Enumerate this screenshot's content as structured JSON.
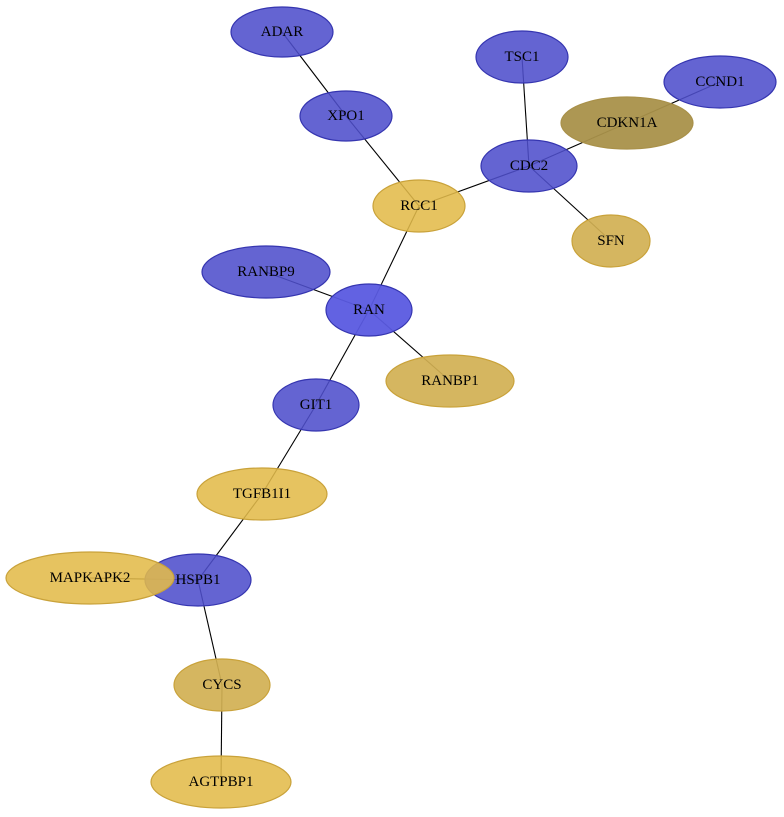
{
  "colors": {
    "blue_fill": "#4f4fcc",
    "blue_stroke": "#3535b0",
    "blue_bright": "#5a5ae0",
    "gold_fill": "#e2bb4a",
    "gold_stroke": "#c9a23a",
    "gold_dark": "#a9914a",
    "gold_mid": "#d1b052"
  },
  "nodes": [
    {
      "id": "ADAR",
      "label": "ADAR",
      "tone": "blue"
    },
    {
      "id": "XPO1",
      "label": "XPO1",
      "tone": "blue"
    },
    {
      "id": "TSC1",
      "label": "TSC1",
      "tone": "blue"
    },
    {
      "id": "CCND1",
      "label": "CCND1",
      "tone": "blue"
    },
    {
      "id": "CDKN1A",
      "label": "CDKN1A",
      "tone": "gold_dark"
    },
    {
      "id": "CDC2",
      "label": "CDC2",
      "tone": "blue"
    },
    {
      "id": "RCC1",
      "label": "RCC1",
      "tone": "gold"
    },
    {
      "id": "SFN",
      "label": "SFN",
      "tone": "gold_mid"
    },
    {
      "id": "RANBP9",
      "label": "RANBP9",
      "tone": "blue"
    },
    {
      "id": "RAN",
      "label": "RAN",
      "tone": "blue_bright"
    },
    {
      "id": "RANBP1",
      "label": "RANBP1",
      "tone": "gold_mid"
    },
    {
      "id": "GIT1",
      "label": "GIT1",
      "tone": "blue"
    },
    {
      "id": "TGFB1I1",
      "label": "TGFB1I1",
      "tone": "gold"
    },
    {
      "id": "HSPB1",
      "label": "HSPB1",
      "tone": "blue"
    },
    {
      "id": "MAPKAPK2",
      "label": "MAPKAPK2",
      "tone": "gold"
    },
    {
      "id": "CYCS",
      "label": "CYCS",
      "tone": "gold_mid"
    },
    {
      "id": "AGTPBP1",
      "label": "AGTPBP1",
      "tone": "gold"
    }
  ],
  "edges": [
    [
      "ADAR",
      "XPO1"
    ],
    [
      "XPO1",
      "RCC1"
    ],
    [
      "TSC1",
      "CDC2"
    ],
    [
      "CCND1",
      "CDKN1A"
    ],
    [
      "CDKN1A",
      "CDC2"
    ],
    [
      "CDC2",
      "RCC1"
    ],
    [
      "CDC2",
      "SFN"
    ],
    [
      "RCC1",
      "RAN"
    ],
    [
      "RANBP9",
      "RAN"
    ],
    [
      "RAN",
      "RANBP1"
    ],
    [
      "RAN",
      "GIT1"
    ],
    [
      "GIT1",
      "TGFB1I1"
    ],
    [
      "TGFB1I1",
      "HSPB1"
    ],
    [
      "MAPKAPK2",
      "HSPB1"
    ],
    [
      "HSPB1",
      "CYCS"
    ],
    [
      "CYCS",
      "AGTPBP1"
    ]
  ]
}
